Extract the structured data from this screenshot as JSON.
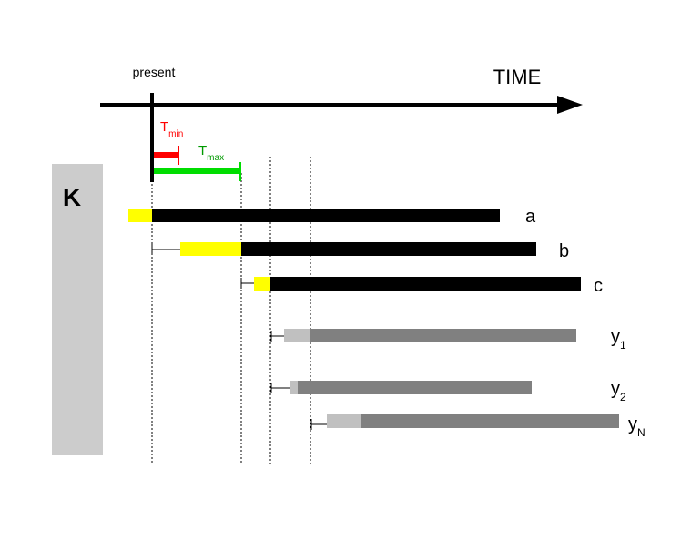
{
  "labels": {
    "present": "present",
    "time": "TIME",
    "k": "K",
    "tmin_main": "T",
    "tmin_sub": "min",
    "tmax_main": "T",
    "tmax_sub": "max"
  },
  "colors": {
    "axis": "#000000",
    "tmin": "#ff0000",
    "tmax": "#00dd00",
    "k_panel": "#cccccc",
    "yellow": "#ffff00",
    "black_bar": "#000000",
    "light_gray": "#c0c0c0",
    "dark_gray": "#808080"
  },
  "tasks": [
    {
      "main": "a",
      "sub": ""
    },
    {
      "main": "b",
      "sub": ""
    },
    {
      "main": "c",
      "sub": ""
    },
    {
      "main": "y",
      "sub": "1"
    },
    {
      "main": "y",
      "sub": "2"
    },
    {
      "main": "y",
      "sub": "N"
    }
  ]
}
